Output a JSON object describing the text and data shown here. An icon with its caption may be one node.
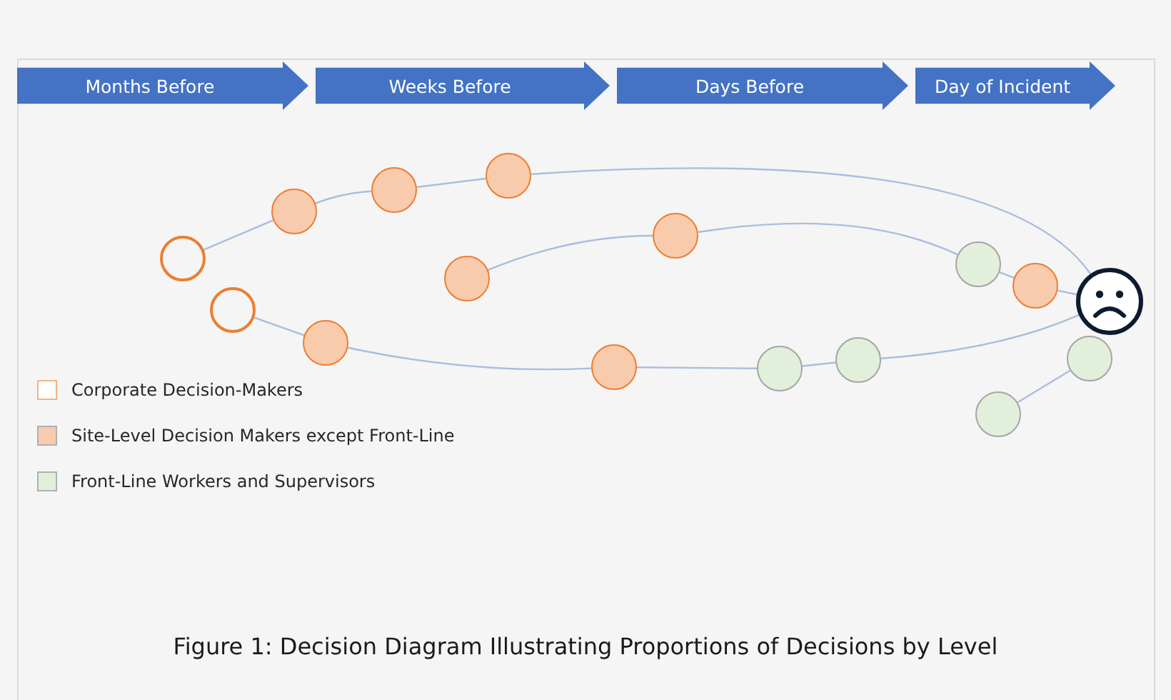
{
  "diagram": {
    "caption": "Figure 1: Decision Diagram Illustrating Proportions of Decisions by Level",
    "nodes": [
      {
        "text": [
          "Months Before"
        ]
      },
      {
        "text": [
          "Weeks Before"
        ]
      },
      {
        "text": [
          "Days Before"
        ]
      },
      {
        "text": [
          "Day of Incident"
        ]
      },
      {
        "text": [],
        "shape": "circle"
      },
      {
        "text": [],
        "shape": "circle"
      },
      {
        "text": [],
        "shape": "circle"
      },
      {
        "text": [],
        "shape": "circle"
      },
      {
        "text": [],
        "shape": "circle"
      },
      {
        "text": [],
        "shape": "circle"
      },
      {
        "text": [],
        "shape": "circle"
      },
      {
        "text": [],
        "shape": "circle"
      },
      {
        "text": [],
        "shape": "circle"
      },
      {
        "text": [],
        "shape": "circle"
      },
      {
        "text": [],
        "shape": "circle"
      },
      {
        "text": [],
        "shape": "circle"
      },
      {
        "text": [],
        "shape": "circle"
      },
      {
        "text": [],
        "shape": "circle"
      },
      {
        "text": [],
        "shape": "circle"
      },
      {
        "text": [],
        "shape": "picture"
      }
    ],
    "edges": [
      {
        "from": 4,
        "to": 6,
        "arrow": "none"
      },
      {
        "from": 6,
        "to": 8,
        "arrow": "none"
      },
      {
        "from": 8,
        "to": 10,
        "arrow": "none"
      },
      {
        "from": 10,
        "to": 19,
        "arrow": "none"
      },
      {
        "from": 9,
        "to": 12,
        "arrow": "none"
      },
      {
        "from": 12,
        "to": 15,
        "arrow": "none"
      },
      {
        "from": 15,
        "to": 17,
        "arrow": "none"
      },
      {
        "from": 17,
        "to": 19,
        "arrow": "none"
      },
      {
        "from": 5,
        "to": 7,
        "arrow": "none"
      },
      {
        "from": 7,
        "to": 11,
        "arrow": "none"
      },
      {
        "from": 11,
        "to": 13,
        "arrow": "none"
      },
      {
        "from": 13,
        "to": 14,
        "arrow": "none"
      },
      {
        "from": 14,
        "to": 19,
        "arrow": "none"
      },
      {
        "from": 16,
        "to": 18,
        "arrow": "none"
      }
    ],
    "legend": [
      {
        "text": "Corporate Decision-Makers"
      },
      {
        "text": "Site-Level Decision Makers except Front-Line",
        "color": "#f8cbad"
      },
      {
        "text": "Front-Line Workers and Supervisors",
        "color": "#e2efda"
      }
    ]
  }
}
